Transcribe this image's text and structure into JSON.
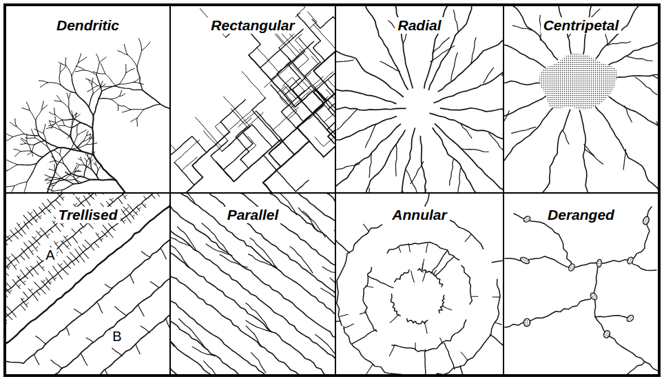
{
  "diagram": {
    "nodes": [
      {
        "text": [
          "Dendritic"
        ]
      },
      {
        "text": [
          "Rectangular"
        ]
      },
      {
        "text": [
          "Radial"
        ]
      },
      {
        "text": [
          "Centripetal"
        ]
      },
      {
        "text": [
          "Trellised"
        ]
      },
      {
        "text": [
          "Parallel"
        ]
      },
      {
        "text": [
          "Annular"
        ]
      },
      {
        "text": [
          "Deranged"
        ]
      }
    ],
    "labels": [
      "A",
      "B"
    ]
  }
}
